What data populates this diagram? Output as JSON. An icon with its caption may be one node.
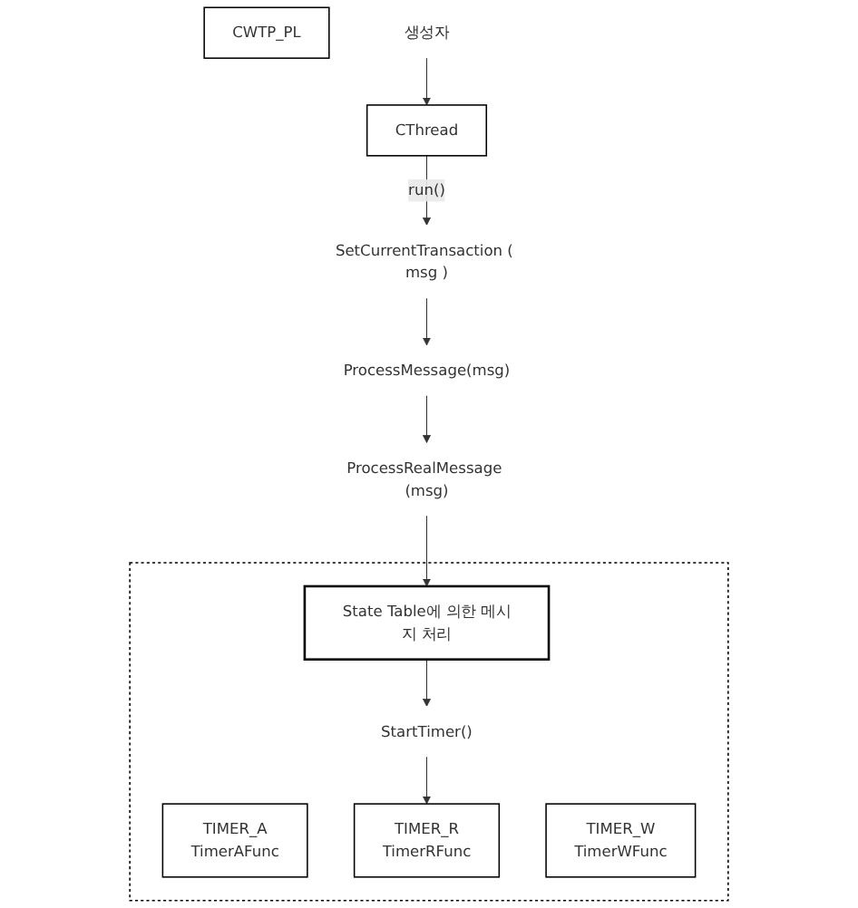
{
  "diagram": {
    "nodes": [
      {
        "text": [
          "CWTP_PL"
        ]
      },
      {
        "text": [
          "CThread"
        ]
      },
      {
        "text": [
          "생성자"
        ]
      },
      {
        "text": [
          "SetCurrentTransaction ( msg )"
        ]
      },
      {
        "text": [
          "ProcessMessage(msg)"
        ]
      },
      {
        "text": [
          "ProcessRealMessage (msg)"
        ]
      },
      {
        "text": [],
        "shape": "box"
      },
      {
        "text": [
          "State Table에 의한 메시지 처리"
        ],
        "in": 6
      },
      {
        "text": [
          "StartTimer()"
        ],
        "in": 6
      },
      {
        "text": [
          "TIMER_A",
          "TimerAFunc"
        ],
        "in": 6
      },
      {
        "text": [
          "TIMER_R",
          "TimerRFunc"
        ],
        "in": 6
      },
      {
        "text": [
          "TIMER_W",
          "TimerWFunc"
        ],
        "in": 6
      }
    ],
    "edges": [
      {
        "from": 2,
        "to": 1,
        "arrow": "to"
      },
      {
        "from": 1,
        "to": 3,
        "arrow": "to",
        "label": "run()"
      },
      {
        "from": 3,
        "to": 4,
        "arrow": "to"
      },
      {
        "from": 4,
        "to": 5,
        "arrow": "to"
      },
      {
        "from": 5,
        "to": 7,
        "arrow": "to"
      },
      {
        "from": 7,
        "to": 8,
        "arrow": "to"
      },
      {
        "from": 8,
        "to": 10,
        "arrow": "to"
      }
    ]
  }
}
